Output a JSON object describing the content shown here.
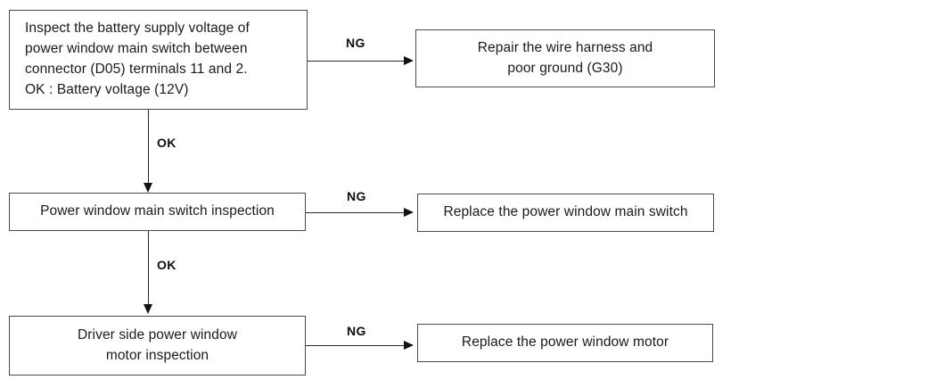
{
  "diagram": {
    "title": "Power window main switch diagnostic flowchart",
    "type": "flowchart",
    "colors": {
      "box_border": "#4a4a4a",
      "connector": "#2b2b2b",
      "text": "#1a1a1a",
      "background": "#ffffff"
    },
    "nodes": [
      {
        "id": "inspect-battery-supply-voltage",
        "text": "Inspect the battery supply voltage of\npower window main switch between\nconnector (D05) terminals 11 and 2.\nOK : Battery voltage (12V)"
      },
      {
        "id": "repair-wire-harness",
        "text": "Repair the wire harness and\npoor ground (G30)"
      },
      {
        "id": "power-window-main-switch-inspection",
        "text": "Power window main switch inspection"
      },
      {
        "id": "replace-power-window-main-switch",
        "text": "Replace the power window main switch"
      },
      {
        "id": "driver-side-power-window-motor-inspection",
        "text": "Driver side power window\nmotor  inspection"
      },
      {
        "id": "replace-power-window-motor",
        "text": "Replace the power window motor"
      }
    ],
    "edges": [
      {
        "id": "edge-ng-1",
        "label": "NG",
        "from": "inspect-battery-supply-voltage",
        "to": "repair-wire-harness"
      },
      {
        "id": "edge-ok-1",
        "label": "OK",
        "from": "inspect-battery-supply-voltage",
        "to": "power-window-main-switch-inspection"
      },
      {
        "id": "edge-ng-2",
        "label": "NG",
        "from": "power-window-main-switch-inspection",
        "to": "replace-power-window-main-switch"
      },
      {
        "id": "edge-ok-2",
        "label": "OK",
        "from": "power-window-main-switch-inspection",
        "to": "driver-side-power-window-motor-inspection"
      },
      {
        "id": "edge-ng-3",
        "label": "NG",
        "from": "driver-side-power-window-motor-inspection",
        "to": "replace-power-window-motor"
      }
    ]
  }
}
